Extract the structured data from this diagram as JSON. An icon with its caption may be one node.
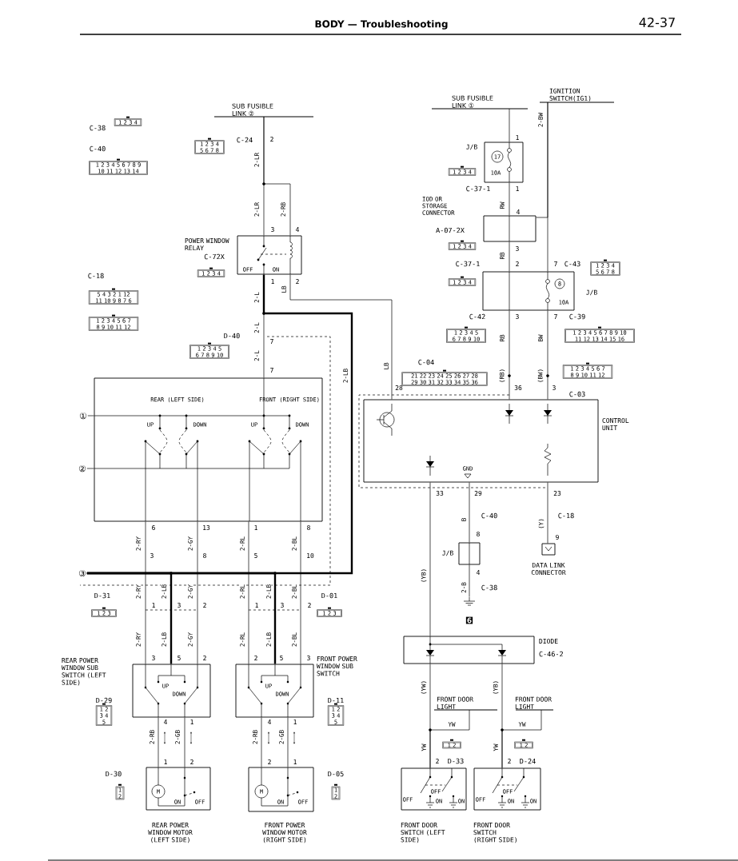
{
  "diagram": {
    "title": "BODY — Troubleshooting",
    "nodes": [
      {
        "text": [
          "SUB FUSIBLE LINK ②"
        ]
      },
      {
        "text": [
          "SUB FUSIBLE LINK ①"
        ]
      },
      {
        "text": [
          "IGNITION SWITCH(IG1)"
        ]
      },
      {
        "text": [
          "POWER WINDOW RELAY",
          "OFF",
          "ON"
        ],
        "beside": [
          "C-72X"
        ]
      },
      {
        "text": [
          "REAR (LEFT SIDE)",
          "FRONT (RIGHT SIDE)",
          "UP",
          "DOWN",
          "UP",
          "DOWN"
        ]
      },
      {
        "text": [
          "①"
        ]
      },
      {
        "text": [
          "②"
        ]
      },
      {
        "text": [
          "③"
        ]
      },
      {
        "text": [
          "IOD OR STORAGE CONNECTOR"
        ],
        "beside": [
          "A-07-2X"
        ]
      },
      {
        "text": [
          "J/B",
          "17",
          "10A"
        ]
      },
      {
        "text": [
          "J/B",
          "8",
          "10A"
        ]
      },
      {
        "text": [
          "CONTROL UNIT",
          "GND"
        ]
      },
      {
        "text": [
          "DATA LINK CONNECTOR"
        ]
      },
      {
        "text": [
          "J/B"
        ]
      },
      {
        "text": [],
        "shape": "ground"
      },
      {
        "text": [
          "DIODE"
        ],
        "beside": [
          "C-46-2"
        ]
      },
      {
        "text": [
          "FRONT DOOR LIGHT"
        ]
      },
      {
        "text": [
          "FRONT DOOR LIGHT"
        ]
      },
      {
        "text": [
          "OFF",
          "OFF",
          "ON",
          "ON",
          "FRONT DOOR SWITCH (LEFT SIDE)"
        ],
        "beside": [
          "D-33"
        ]
      },
      {
        "text": [
          "OFF",
          "OFF",
          "ON",
          "ON",
          "FRONT DOOR SWITCH (RIGHT SIDE)"
        ],
        "beside": [
          "D-24"
        ]
      },
      {
        "text": [
          "REAR POWER WINDOW SUB SWITCH (LEFT SIDE)",
          "UP",
          "DOWN"
        ],
        "beside": [
          "D-29"
        ]
      },
      {
        "text": [
          "FRONT POWER WINDOW SUB SWITCH",
          "UP",
          "DOWN"
        ],
        "beside": [
          "D-11"
        ]
      },
      {
        "text": [
          "M",
          "ON",
          "OFF",
          "REAR POWER WINDOW MOTOR (LEFT SIDE)"
        ],
        "beside": [
          "D-30"
        ]
      },
      {
        "text": [
          "M",
          "ON",
          "OFF",
          "FRONT POWER WINDOW MOTOR (RIGHT SIDE)"
        ],
        "beside": [
          "D-05"
        ]
      }
    ],
    "edges": [
      {
        "from": 0,
        "to": 3,
        "arrow": "none",
        "label": "2-LR"
      },
      {
        "from": 0,
        "to": 3,
        "arrow": "none",
        "label": "2-RB"
      },
      {
        "from": 3,
        "to": 11,
        "arrow": "none",
        "label": "LB"
      },
      {
        "from": 3,
        "to": 4,
        "arrow": "none",
        "label": "2-L"
      },
      {
        "from": 3,
        "to": 7,
        "arrow": "none",
        "label": "2-LB",
        "style": "thick"
      },
      {
        "from": 5,
        "to": 4,
        "arrow": "none"
      },
      {
        "from": 6,
        "to": 4,
        "arrow": "none"
      },
      {
        "from": 4,
        "to": 20,
        "arrow": "none",
        "label": "2-RY"
      },
      {
        "from": 4,
        "to": 20,
        "arrow": "none",
        "label": "2-GY"
      },
      {
        "from": 4,
        "to": 21,
        "arrow": "none",
        "label": "2-RL"
      },
      {
        "from": 4,
        "to": 21,
        "arrow": "none",
        "label": "2-BL"
      },
      {
        "from": 7,
        "to": 20,
        "arrow": "none",
        "label": "2-LB",
        "style": "thick"
      },
      {
        "from": 7,
        "to": 21,
        "arrow": "none",
        "label": "2-LB",
        "style": "thick"
      },
      {
        "from": 20,
        "to": 22,
        "arrow": "none",
        "label": "2-RB"
      },
      {
        "from": 20,
        "to": 22,
        "arrow": "none",
        "label": "2-GB"
      },
      {
        "from": 21,
        "to": 23,
        "arrow": "none",
        "label": "2-RB"
      },
      {
        "from": 21,
        "to": 23,
        "arrow": "none",
        "label": "2-GB"
      },
      {
        "from": 1,
        "to": 9,
        "arrow": "none"
      },
      {
        "from": 9,
        "to": 8,
        "arrow": "none",
        "label": "RW"
      },
      {
        "from": 8,
        "to": 10,
        "arrow": "none",
        "label": "RB"
      },
      {
        "from": 10,
        "to": 11,
        "arrow": "none",
        "label": "RB"
      },
      {
        "from": 2,
        "to": 10,
        "arrow": "none",
        "label": "2-BW"
      },
      {
        "from": 2,
        "to": 8,
        "arrow": "none"
      },
      {
        "from": 10,
        "to": 11,
        "arrow": "none",
        "label": "BW"
      },
      {
        "from": 11,
        "to": 15,
        "arrow": "none",
        "label": "(YB)"
      },
      {
        "from": 11,
        "to": 13,
        "arrow": "none",
        "label": "B"
      },
      {
        "from": 13,
        "to": 14,
        "arrow": "none",
        "label": "2-B"
      },
      {
        "from": 11,
        "to": 12,
        "arrow": "none",
        "label": "(Y)"
      },
      {
        "from": 15,
        "to": 18,
        "arrow": "none",
        "label": "(YW)"
      },
      {
        "from": 15,
        "to": 19,
        "arrow": "none",
        "label": "(YB)"
      },
      {
        "from": 16,
        "to": 18,
        "arrow": "none",
        "label": "YW"
      },
      {
        "from": 17,
        "to": 19,
        "arrow": "none",
        "label": "YW"
      }
    ],
    "labels": [
      "42-37",
      "C-38",
      "1 2 3 4",
      "C-40",
      "1 2 3 4 5 6 7 8 9 10 11 12 13 14",
      "C-24",
      "1 2 3 4 5 6 7 8",
      "2",
      "2-LR",
      "3",
      "4",
      "1 2 3 4",
      "1",
      "2",
      "LB",
      "C-18",
      "5 4 3 2 1 12 11 10 9 8 7 6",
      "1 2 3 4 5 6 7 8 9 10 11 12",
      "2-L",
      "2-L",
      "D-40",
      "7",
      "1 2 3 4 5 6 7 8 9 10",
      "7",
      "1",
      "1 2 3 4",
      "C-37-1",
      "1",
      "4",
      "1 2 3 4",
      "3",
      "C-37-1",
      "2",
      "7",
      "C-43",
      "1 2 3 4 5 6 7 8",
      "1 2 3 4",
      "C-42",
      "3",
      "7",
      "C-39",
      "1 2 3 4 5 6 7 8 9 10",
      "1 2 3 4 5 6 7 8 9 10 11 12 13 14 15 16",
      "C-04",
      "21 22 23 24 25 26 27 28 29 30 31 32 33 34 35 36",
      "(RB)",
      "(BW)",
      "1 2 3 4 5 6 7 8 9 10 11 12",
      "28",
      "36",
      "3",
      "C-03",
      "6",
      "13",
      "1",
      "8",
      "3",
      "8",
      "5",
      "10",
      "33",
      "29",
      "23",
      "C-40",
      "C-18",
      "8",
      "9",
      "4",
      "C-38",
      "2-RY",
      "2-GY",
      "2-RL",
      "2-BL",
      "D-31",
      "D-01",
      "1 2 3",
      "1 2 3",
      "1",
      "3",
      "2",
      "1",
      "3",
      "2",
      "6",
      "2-RY",
      "2-LB",
      "2-GY",
      "2-RL",
      "2-LB",
      "2-BL",
      "3",
      "5",
      "2",
      "2",
      "5",
      "3",
      "1 2 3 4 5",
      "1 2 3 4 5",
      "4",
      "1",
      "4",
      "1",
      "YW",
      "YW",
      "1 2",
      "1 2",
      "1",
      "2",
      "2",
      "1",
      "2",
      "2",
      "1 2",
      "1 2"
    ]
  }
}
